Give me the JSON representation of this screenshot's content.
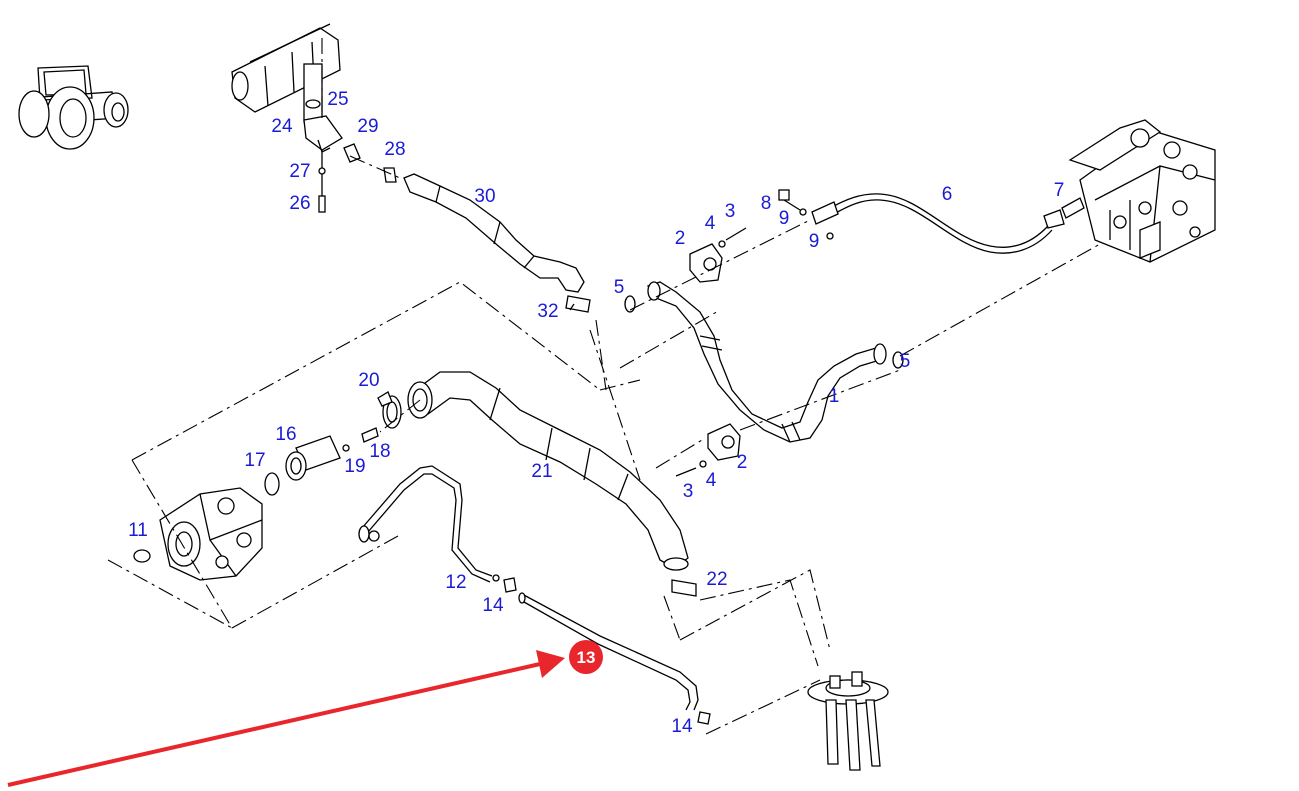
{
  "callouts": {
    "n1": "1",
    "n2a": "2",
    "n2b": "2",
    "n3a": "3",
    "n3b": "3",
    "n4a": "4",
    "n4b": "4",
    "n5a": "5",
    "n5b": "5",
    "n6": "6",
    "n7": "7",
    "n8": "8",
    "n9a": "9",
    "n9b": "9",
    "n11": "11",
    "n12": "12",
    "n14a": "14",
    "n14b": "14",
    "n16": "16",
    "n17": "17",
    "n18": "18",
    "n19": "19",
    "n20": "20",
    "n21": "21",
    "n22": "22",
    "n24": "24",
    "n25": "25",
    "n26": "26",
    "n27": "27",
    "n28": "28",
    "n29": "29",
    "n30": "30",
    "n32": "32"
  },
  "highlight": {
    "label": "13",
    "color": "#e8262b"
  },
  "colors": {
    "callout": "#1b1bd6",
    "arrow": "#e8262b",
    "line": "#000000"
  }
}
